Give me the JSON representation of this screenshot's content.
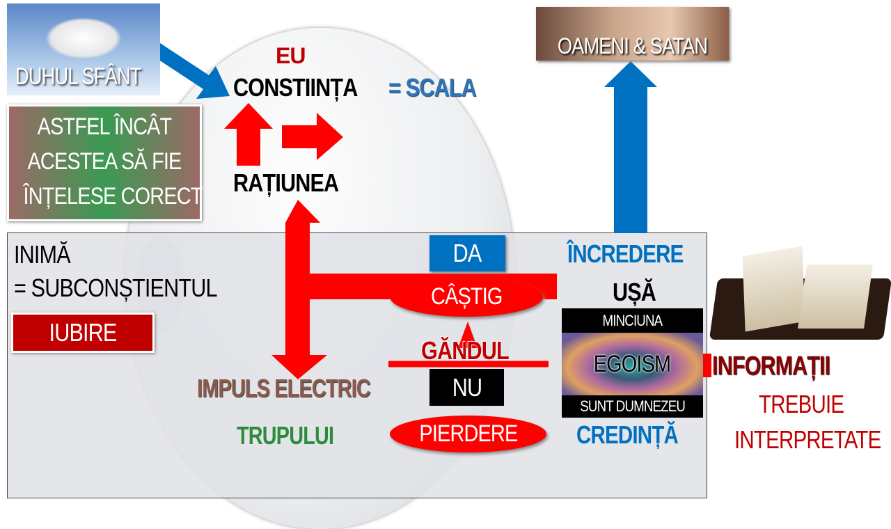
{
  "holy_spirit": {
    "label": "DUHUL SFÂNT"
  },
  "explain_box": {
    "lines": [
      "ASTFEL ÎNCÂT",
      "ACESTEA SĂ FIE",
      "ÎNȚELESE CORECT"
    ]
  },
  "mind": {
    "eu": "EU",
    "conscience": "CONSTIINȚA",
    "scale": "= SCALA",
    "reason": "RAȚIUNEA"
  },
  "people": {
    "label": "OAMENI & SATAN"
  },
  "heart": {
    "title": "INIMĂ",
    "subtitle": "= SUBCONȘTIENTUL",
    "love": "IUBIRE",
    "impulse": "IMPULS ELECTRIC",
    "body": "TRUPULUI"
  },
  "decision": {
    "yes": "DA",
    "gain": "CÂȘTIG",
    "thought": "GĂNDUL",
    "no": "NU",
    "loss": "PIERDERE"
  },
  "door": {
    "trust": "ÎNCREDERE",
    "door": "UȘĂ",
    "lie": "MINCIUNA",
    "egoism": "EGOISM",
    "iam_god": "SUNT DUMNEZEU",
    "faith": "CREDINȚĂ"
  },
  "info": {
    "title": "INFORMAȚII",
    "line1": "TREBUIE",
    "line2": "INTERPRETATE"
  },
  "colors": {
    "red": "#ff0000",
    "blue": "#0070c0",
    "darkred": "#c00000",
    "green": "#2e8b3e"
  }
}
